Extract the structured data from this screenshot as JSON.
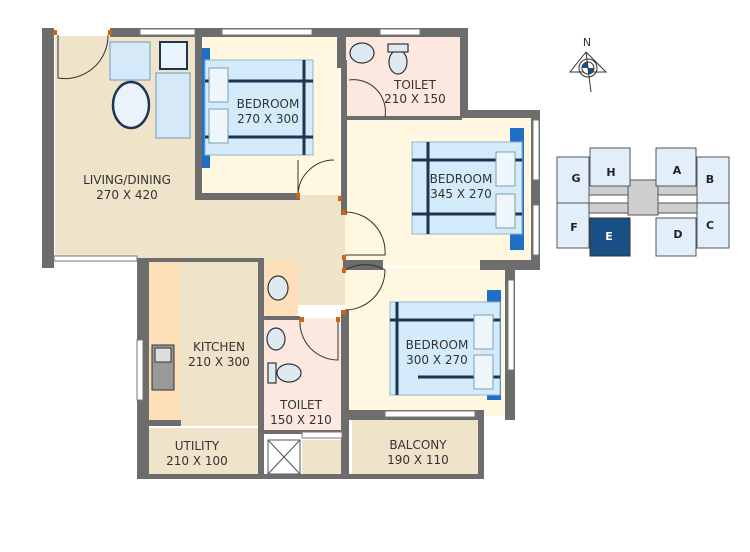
{
  "rooms": {
    "living": {
      "name": "LIVING/DINING",
      "size": "270 X 420"
    },
    "bedroom1": {
      "name": "BEDROOM",
      "size": "270 X 300"
    },
    "toilet1": {
      "name": "TOILET",
      "size": "210 X 150"
    },
    "bedroom2": {
      "name": "BEDROOM",
      "size": "345 X 270"
    },
    "kitchen": {
      "name": "KITCHEN",
      "size": "210 X 300"
    },
    "bedroom3": {
      "name": "BEDROOM",
      "size": "300 X 270"
    },
    "toilet2": {
      "name": "TOILET",
      "size": "150 X 210"
    },
    "utility": {
      "name": "UTILITY",
      "size": "210 X 100"
    },
    "balcony": {
      "name": "BALCONY",
      "size": "190 X 110"
    }
  },
  "compass": {
    "label": "N"
  },
  "key_plan": {
    "units": [
      "G",
      "H",
      "A",
      "B",
      "F",
      "E",
      "D",
      "C"
    ],
    "highlighted": "E",
    "highlight_color": "#1a4f86"
  }
}
